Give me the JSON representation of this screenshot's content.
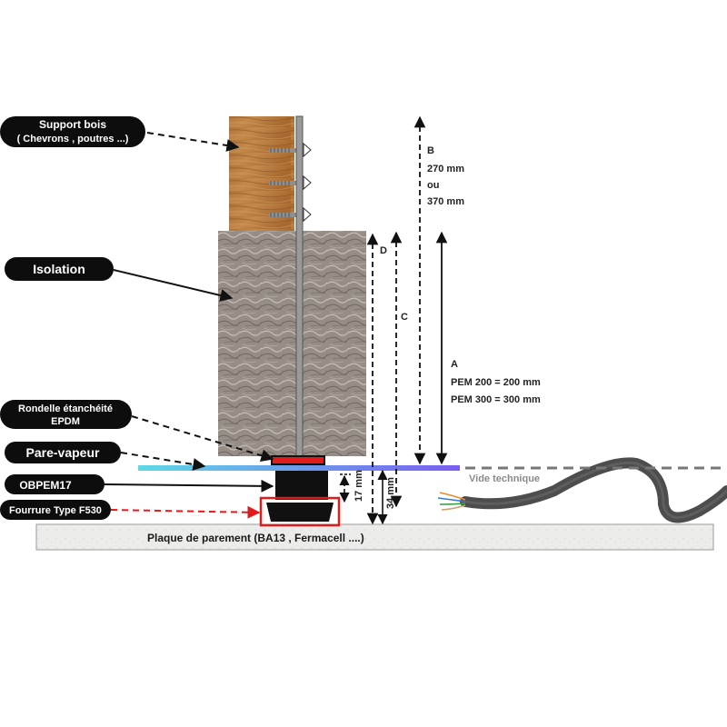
{
  "labels": {
    "support_bois_line1": "Support bois",
    "support_bois_line2": "( Chevrons , poutres ...)",
    "isolation": "Isolation",
    "rondelle_line1": "Rondelle étanchéité",
    "rondelle_line2": "EPDM",
    "pare_vapeur": "Pare-vapeur",
    "obpem17": "OBPEM17",
    "fourrure": "Fourrure Type F530",
    "plaque": "Plaque de parement (BA13 , Fermacell ....)",
    "vide_technique": "Vide technique"
  },
  "dimensions": {
    "a_letter": "A",
    "a_line1": "PEM 200 = 200 mm",
    "a_line2": "PEM 300 = 300 mm",
    "b_letter": "B",
    "b_line1": "270 mm",
    "b_line2": "ou",
    "b_line3": "370 mm",
    "c_letter": "C",
    "d_letter": "D",
    "dim_17": "17 mm",
    "dim_34": "34 mm"
  },
  "colors": {
    "pill_bg": "#0d0d0d",
    "fourrure_highlight": "#e01b1b",
    "pare_vapeur_start": "#5ed8e6",
    "pare_vapeur_end": "#7a5ef0",
    "wood": "#b5773a",
    "insulation": "#8f8780",
    "plaque": "#ececea"
  }
}
